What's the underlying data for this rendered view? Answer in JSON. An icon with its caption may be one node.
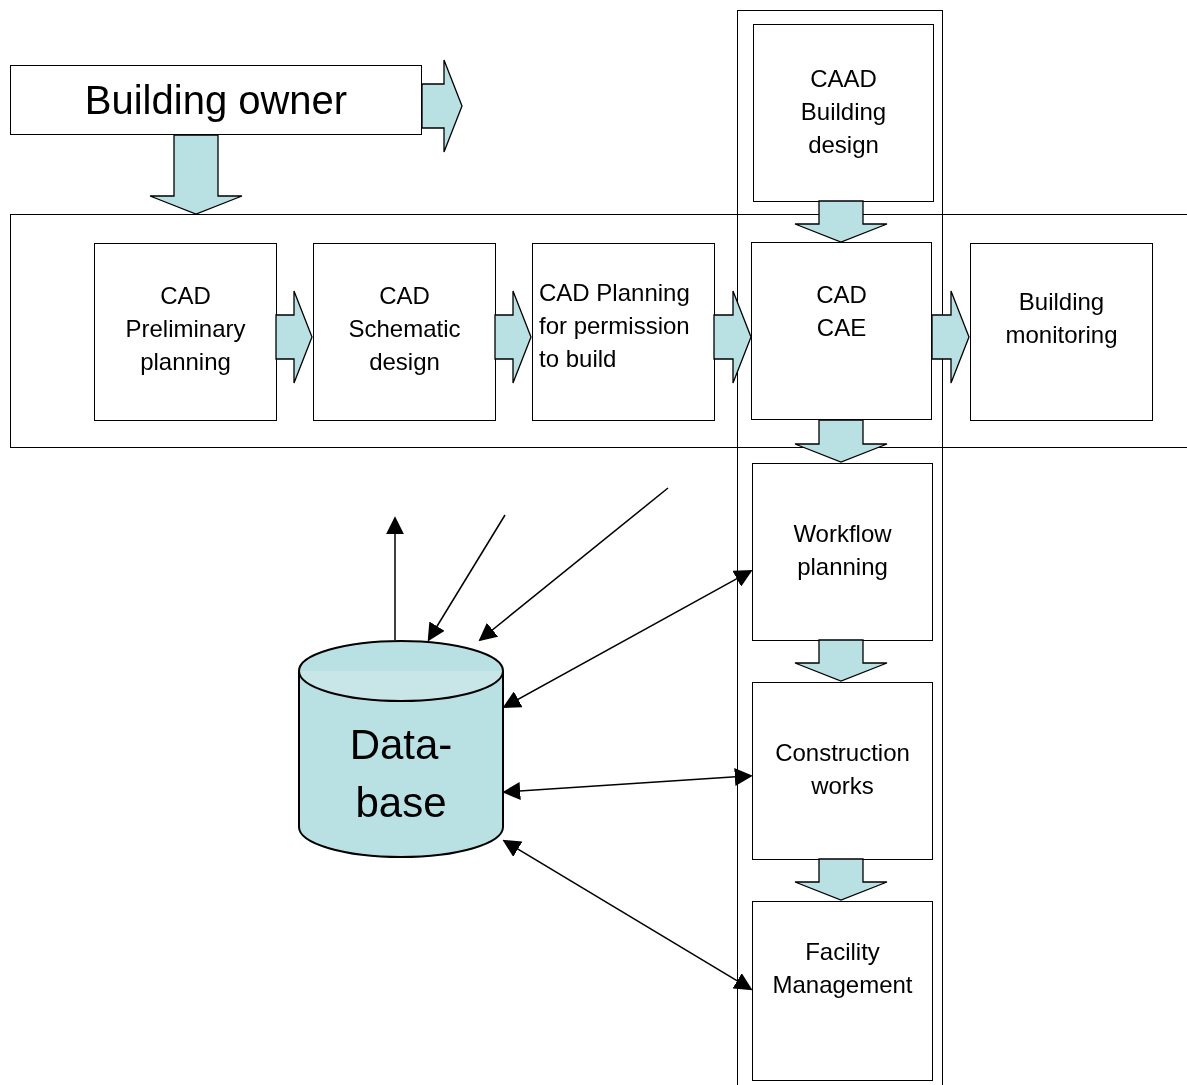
{
  "diagram": {
    "nodes": [
      {
        "text": [
          "Building owner"
        ]
      },
      {
        "text": [],
        "shape": "box"
      },
      {
        "text": [
          "CAAD Building design"
        ],
        "in": 1
      },
      {
        "text": [],
        "shape": "box"
      },
      {
        "text": [
          "CAD Preliminary planning"
        ],
        "in": 3
      },
      {
        "text": [
          "CAD Schematic design"
        ],
        "in": 3
      },
      {
        "text": [
          "CAD Planning for permission to build"
        ],
        "in": 3
      },
      {
        "text": [
          "CAD CAE"
        ]
      },
      {
        "text": [
          "Building monitoring"
        ],
        "in": 3
      },
      {
        "text": [
          "Workflow planning"
        ],
        "in": 1
      },
      {
        "text": [
          "Construction works"
        ],
        "in": 1
      },
      {
        "text": [
          "Facility Management"
        ],
        "in": 1
      },
      {
        "text": [
          "Data- base"
        ]
      }
    ],
    "edges": [
      {
        "from": 0,
        "to": null,
        "arrow": "to",
        "style": "thick"
      },
      {
        "from": 0,
        "to": 3,
        "arrow": "to",
        "style": "thick"
      },
      {
        "from": 2,
        "to": 7,
        "arrow": "to",
        "style": "thick"
      },
      {
        "from": 4,
        "to": 5,
        "arrow": "to",
        "style": "thick"
      },
      {
        "from": 5,
        "to": 6,
        "arrow": "to",
        "style": "thick"
      },
      {
        "from": 6,
        "to": 7,
        "arrow": "to",
        "style": "thick"
      },
      {
        "from": 7,
        "to": 8,
        "arrow": "to",
        "style": "thick"
      },
      {
        "from": 7,
        "to": 9,
        "arrow": "to",
        "style": "thick"
      },
      {
        "from": 9,
        "to": 10,
        "arrow": "to",
        "style": "thick"
      },
      {
        "from": 10,
        "to": 11,
        "arrow": "to",
        "style": "thick"
      },
      {
        "from": 12,
        "to": null,
        "arrow": "to"
      },
      {
        "from": null,
        "to": 12,
        "arrow": "to"
      },
      {
        "from": null,
        "to": 12,
        "arrow": "to"
      },
      {
        "from": 12,
        "to": 9,
        "arrow": "both"
      },
      {
        "from": 12,
        "to": 10,
        "arrow": "both"
      },
      {
        "from": 12,
        "to": 11,
        "arrow": "both"
      }
    ]
  }
}
